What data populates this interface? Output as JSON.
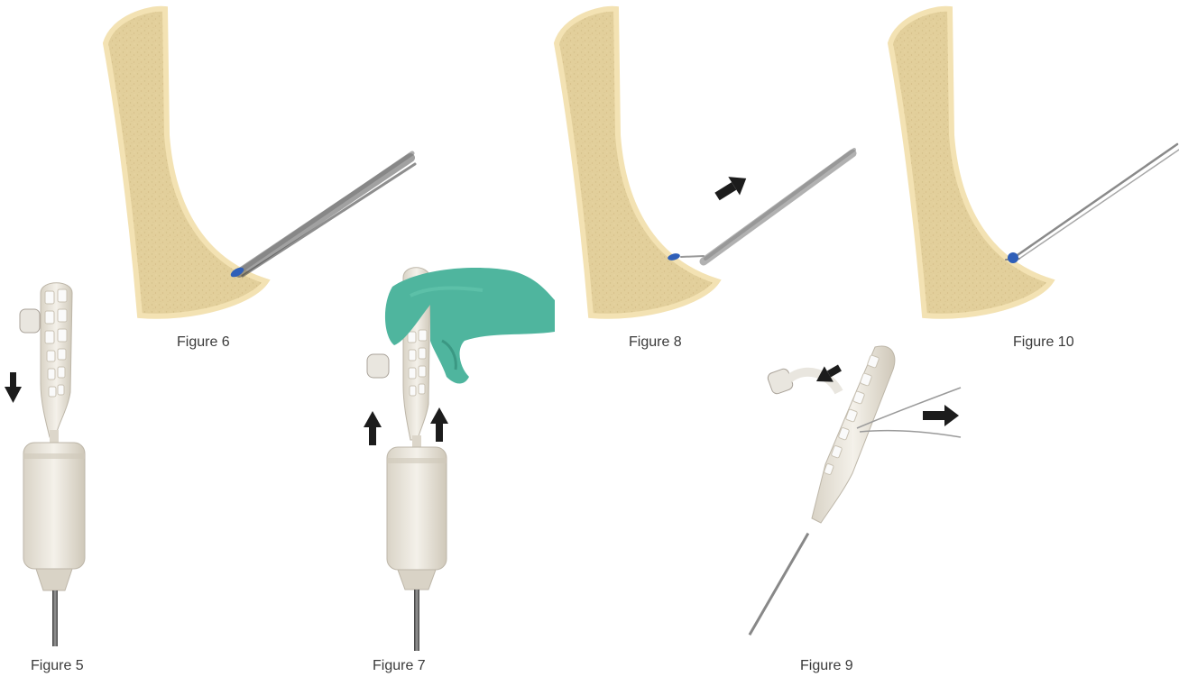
{
  "figures": [
    {
      "label": "Figure 5",
      "subject": "inserter handle with suture release knob, downward arrow"
    },
    {
      "label": "Figure 6",
      "subject": "bone section with inserter delivering anchor"
    },
    {
      "label": "Figure 7",
      "subject": "gloved hand holding inserter handle, upward arrows"
    },
    {
      "label": "Figure 8",
      "subject": "bone section with inserter being withdrawn, arrow"
    },
    {
      "label": "Figure 9",
      "subject": "inserter handle with sutures being released, arrows"
    },
    {
      "label": "Figure 10",
      "subject": "bone section with anchor and sutures remaining"
    }
  ],
  "colors": {
    "bone_fill": "#e2cf9b",
    "bone_cortex": "#f3e2b3",
    "anchor": "#2f5fb8",
    "glove": "#4fb59e",
    "handle": "#ece9e2",
    "arrow": "#1c1c1c",
    "caption_text": "#3a3a3a"
  }
}
